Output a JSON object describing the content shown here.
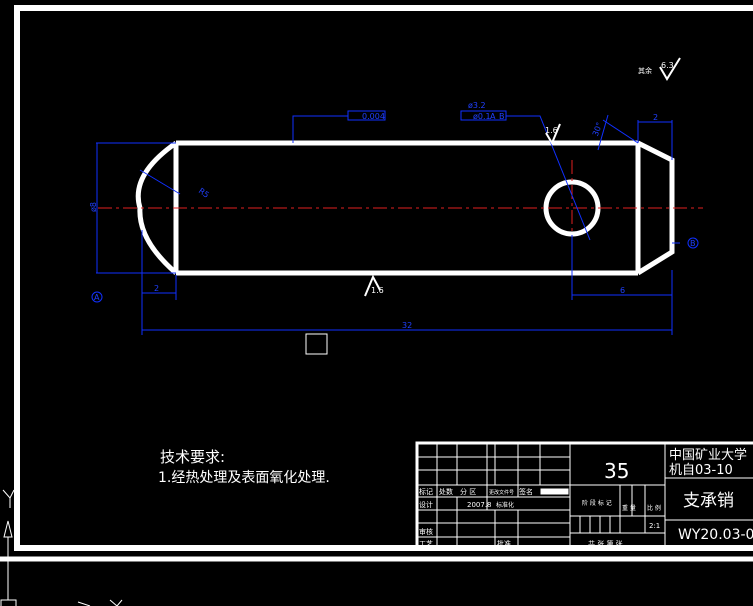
{
  "drawing": {
    "dims": {
      "dia8": "ø8",
      "r": "R5",
      "len32": "32",
      "left2": "2",
      "right2": "2",
      "right6": "6",
      "chamfer": "30°",
      "hole": "ø3.2"
    },
    "tolerances": {
      "cyl": "0.004",
      "pos": "ø0.1",
      "datum_a": "A",
      "datum_b": "B"
    },
    "roughness": {
      "top": "1.6",
      "bottom": "1.6",
      "rest_label": "其余",
      "rest": "6.3"
    },
    "datums": {
      "a": "A",
      "b": "B"
    }
  },
  "notes": {
    "title": "技术要求:",
    "line1": "1.经热处理及表面氧化处理."
  },
  "title_block": {
    "h_mark": "标记",
    "h_count": "处数",
    "h_zone": "分 区",
    "h_doc": "更改文件号",
    "h_sign": "签名",
    "design": "设计",
    "date": "2007.8",
    "std": "标准化",
    "review": "审核",
    "craft": "工艺",
    "approve": "批准",
    "stage": "阶 段 标 记",
    "weight": "重 量",
    "scale_label": "比 例",
    "scale": "2:1",
    "sheets": "共 张  第 张",
    "material": "35",
    "school": "中国矿业大学",
    "class": "机自03-10",
    "part_name": "支承销",
    "drawing_no": "WY20.03-0"
  }
}
